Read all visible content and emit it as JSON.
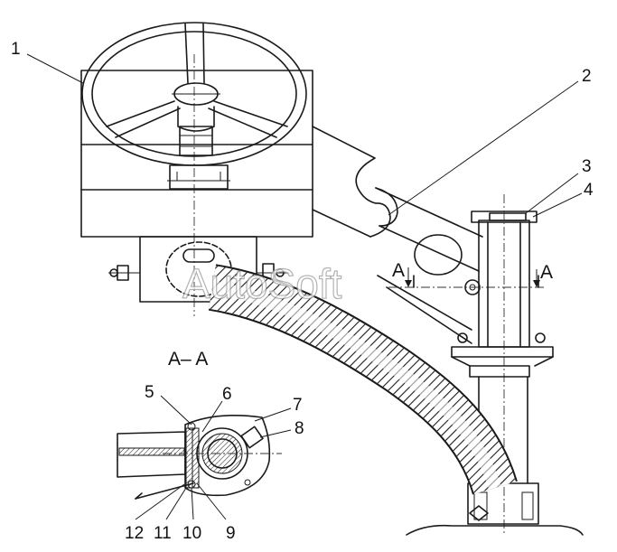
{
  "callouts": {
    "c1": "1",
    "c2": "2",
    "c3": "3",
    "c4": "4",
    "c5": "5",
    "c6": "6",
    "c7": "7",
    "c8": "8",
    "c9": "9",
    "c10": "10",
    "c11": "11",
    "c12": "12"
  },
  "section": {
    "title": "A– A",
    "marker_left": "A",
    "marker_right": "A"
  },
  "watermark": "AutoSoft"
}
